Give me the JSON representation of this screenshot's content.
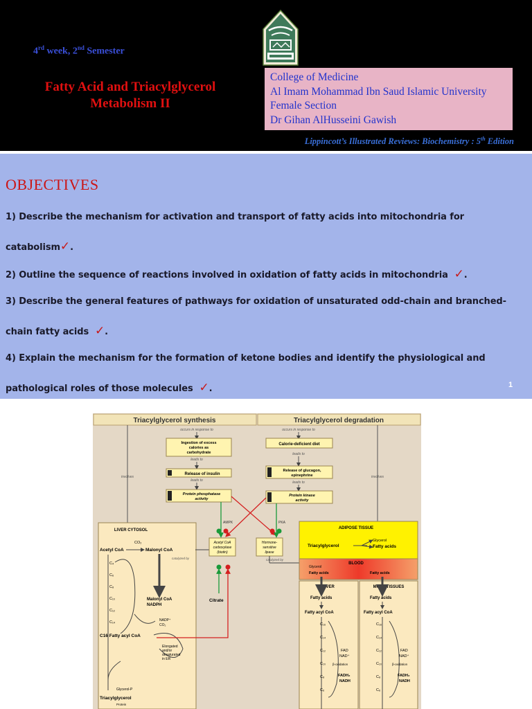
{
  "header": {
    "week": {
      "num1": "4",
      "sup1": "rd",
      "mid": " week, 2",
      "sup2": "nd",
      "tail": " Semester"
    },
    "title_line1": "Fatty Acid and Triacylglycerol",
    "title_line2": "Metabolism II",
    "logo_icon": "university-logo-icon",
    "info": [
      "College of Medicine",
      "Al Imam Mohammad Ibn Saud Islamic University",
      "Female Section",
      "Dr Gihan AlHusseini Gawish"
    ],
    "reference": {
      "text": "Lippincott’s Illustrated Reviews: Biochemistry : 5",
      "sup": "th",
      "tail": " Edition"
    }
  },
  "objectives": {
    "heading": "OBJECTIVES",
    "lines": [
      "1) Describe the mechanism for activation and transport of fatty acids into mitochondria for",
      "catabolism",
      "2) Outline the sequence of reactions involved in oxidation of fatty acids in mitochondria",
      "3) Describe the general features of pathways for oxidation of unsaturated odd-chain and branched-",
      "chain fatty acids",
      "4) Explain the mechanism for the formation of ketone bodies and identify the physiological and",
      "pathological roles of those molecules"
    ],
    "check": "✓",
    "period": ".",
    "page_number": "1"
  },
  "colors": {
    "header_bg": "#000000",
    "objectives_bg": "#a3b4ea",
    "title_red": "#e01010",
    "info_box_bg": "#e8b4c6",
    "figure_bg": "#e4d8c6",
    "box_yellow": "#fff4b0"
  },
  "figure": {
    "header_left": "Triacylglycerol synthesis",
    "header_right": "Triacylglycerol degradation",
    "occurs_left": "occurs in response to",
    "occurs_right": "occurs in response to",
    "ingestion": [
      "Ingestion of excess",
      "calories as",
      "carbohydrate"
    ],
    "calorie_def": "Calorie-deficient diet",
    "leads_to": "leads to",
    "release_insulin": "Release of insulin",
    "release_glucagon": [
      "Release of glucagon,",
      "epinephrine"
    ],
    "ppase": [
      "Protein phosphatase",
      "activity"
    ],
    "pkinase": [
      "Protein kinase",
      "activity"
    ],
    "involves": "involves",
    "ampk": "AMPK",
    "pka": "PKA",
    "liver_cytosol": "LIVER CYTOSOL",
    "co2": "CO₂",
    "acetyl_coa": "Acetyl CoA",
    "malonyl_coa": "Malonyl CoA",
    "catalyzed_by": "catalyzed by",
    "acc": [
      "Acetyl CoA",
      "carboxylase",
      "(biotin)"
    ],
    "hsl": [
      "Hormone-",
      "sensitive",
      "lipase"
    ],
    "citrate": "Citrate",
    "chain_left": [
      "C₄",
      "C₆",
      "C₈",
      "C₁₀",
      "C₁₂",
      "C₁₄"
    ],
    "malonyl_nadph": [
      "Malonyl CoA",
      "NADPH"
    ],
    "nadp_co2": [
      "NADP⁺",
      "CO₂"
    ],
    "c16": "C16 Fatty acyl CoA",
    "elongated": [
      "Elongated",
      "and/or",
      "desaturated",
      "in ER"
    ],
    "glycerol_p": "Glycerol-P",
    "triacylglycerol": "Triacylglycerol",
    "protein": "Protein",
    "adipose": "ADIPOSE TISSUE",
    "tag": "Triacylglycerol",
    "glycerol": "Glycerol",
    "fatty_acids": "Fatty acids",
    "blood": "BLOOD",
    "liver": "LIVER",
    "most_tissues": "MOST TISSUES",
    "fatty_acyl_coa": "Fatty acyl CoA",
    "chain_right": [
      "C₁₆",
      "C₁₄",
      "C₁₂",
      "C₁₀",
      "C₈",
      "C₆"
    ],
    "fad_nad": [
      "FAD",
      "NAD⁺"
    ],
    "beta_ox": "β-oxidation",
    "fadh_nadh": [
      "FADH₂",
      "NADH"
    ]
  }
}
